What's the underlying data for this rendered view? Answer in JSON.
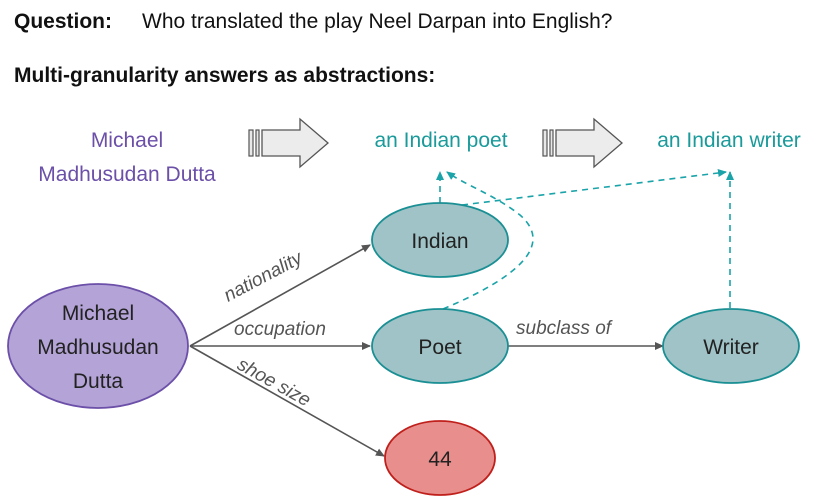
{
  "question": {
    "label": "Question:",
    "text": "Who translated the play Neel Darpan into English?"
  },
  "subtitle": "Multi-granularity answers as abstractions:",
  "abstractions": {
    "original_line1": "Michael",
    "original_line2": "Madhusudan Dutta",
    "level1": "an Indian poet",
    "level2": "an Indian writer"
  },
  "nodes": {
    "entity_line1": "Michael",
    "entity_line2": "Madhusudan",
    "entity_line3": "Dutta",
    "indian": "Indian",
    "poet": "Poet",
    "writer": "Writer",
    "shoe_size_value": "44"
  },
  "edges": {
    "nationality": "nationality",
    "occupation": "occupation",
    "shoe_size": "shoe size",
    "subclass_of": "subclass of"
  },
  "colors": {
    "purple_text": "#6b4fa8",
    "teal_text": "#1a9a9a",
    "entity_fill": "#b3a3d6",
    "entity_stroke": "#6b4fa8",
    "teal_fill": "#9fc3c6",
    "teal_stroke": "#1a8f94",
    "red_fill": "#e88f8d",
    "red_stroke": "#c0201c",
    "edge": "#555555",
    "dashed": "#1aa3a8"
  }
}
